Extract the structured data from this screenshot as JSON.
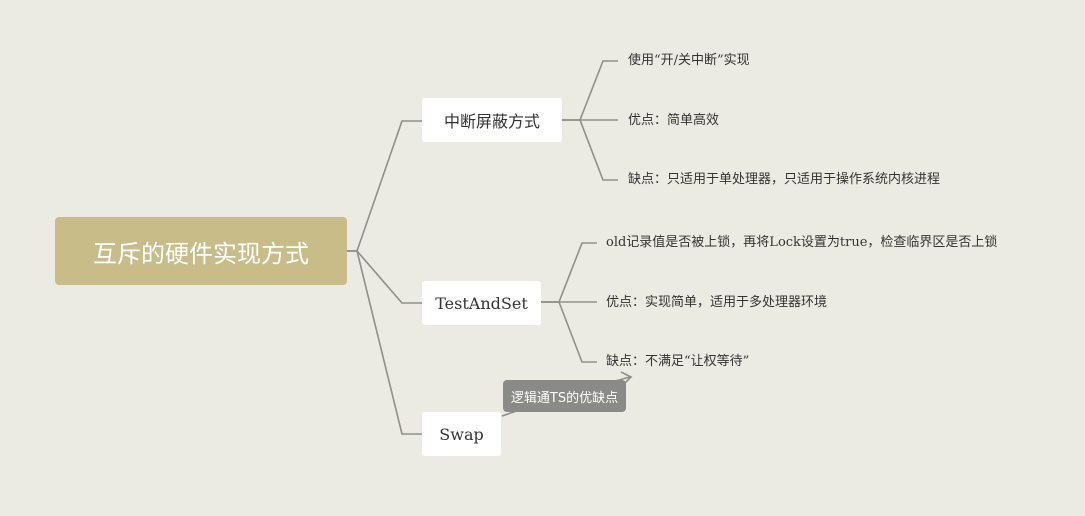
{
  "root": {
    "label": "互斥的硬件实现方式"
  },
  "branches": [
    {
      "label": "中断屏蔽方式",
      "children": [
        "使用“开/关中断”实现",
        "优点：简单高效",
        "缺点：只适用于单处理器，只适用于操作系统内核进程"
      ]
    },
    {
      "label": "TestAndSet",
      "children": [
        "old记录值是否被上锁，再将Lock设置为true，检查临界区是否上锁",
        "优点：实现简单，适用于多处理器环境",
        "缺点：不满足“让权等待”"
      ]
    },
    {
      "label": "Swap",
      "children": []
    }
  ],
  "annotation": {
    "label": "逻辑通TS的优缺点",
    "from": "Swap",
    "to": "缺点：不满足“让权等待”"
  },
  "colors": {
    "background": "#ebebe4",
    "root_fill": "#c8bd89",
    "branch_fill": "#ffffff",
    "connector": "#8a8a88",
    "note_fill": "#8a8a88"
  }
}
